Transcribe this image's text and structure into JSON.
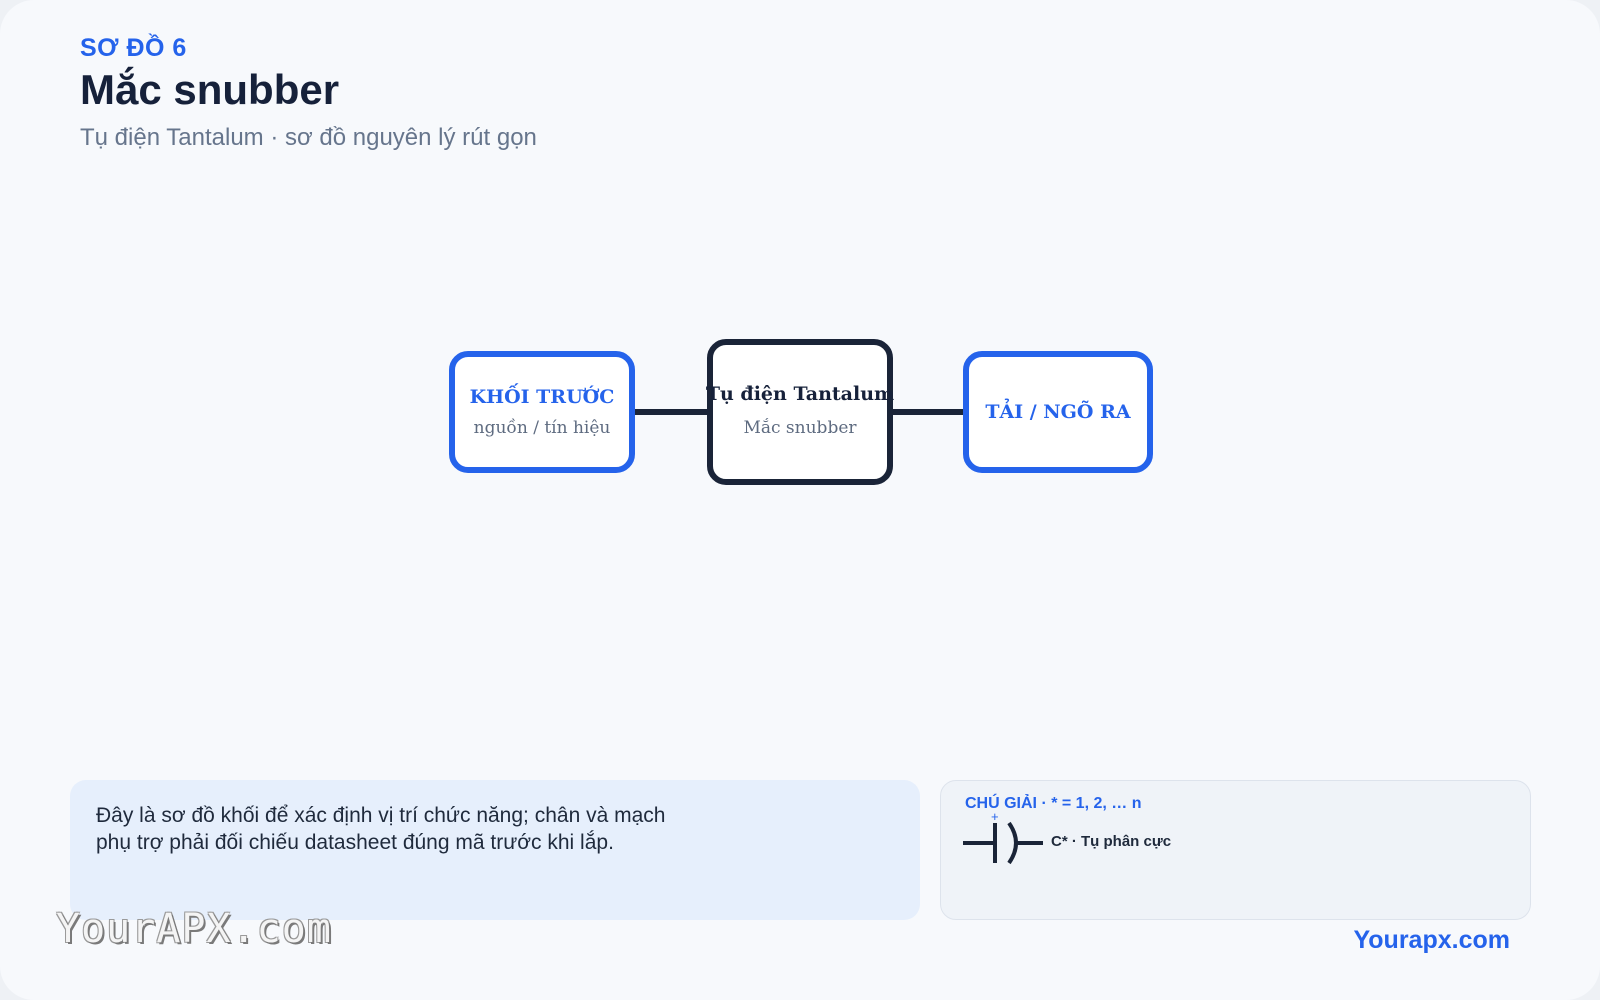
{
  "header": {
    "eyebrow": "SƠ ĐỒ 6",
    "title": "Mắc snubber",
    "subtitle": "Tụ điện Tantalum · sơ đồ nguyên lý rút gọn"
  },
  "diagram": {
    "blocks": [
      {
        "title": "KHỐI TRƯỚC",
        "subtitle": "nguồn / tín hiệu"
      },
      {
        "title": "Tụ điện Tantalum",
        "subtitle": "Mắc snubber"
      },
      {
        "title": "TẢI / NGÕ RA",
        "subtitle": ""
      }
    ]
  },
  "note": {
    "text": "Đây là sơ đồ khối để xác định vị trí chức năng; chân và mạch phụ trợ phải đối chiếu datasheet đúng mã trước khi lắp."
  },
  "legend": {
    "title": "CHÚ GIẢI · * = 1, 2, … n",
    "plus_sign": "+",
    "item_label": "C* · Tụ phân cực"
  },
  "footer": {
    "watermark": "YourAPX.com",
    "brand": "Yourapx.com"
  },
  "colors": {
    "accent": "#2563eb",
    "dark": "#16213a",
    "muted": "#66758c"
  }
}
